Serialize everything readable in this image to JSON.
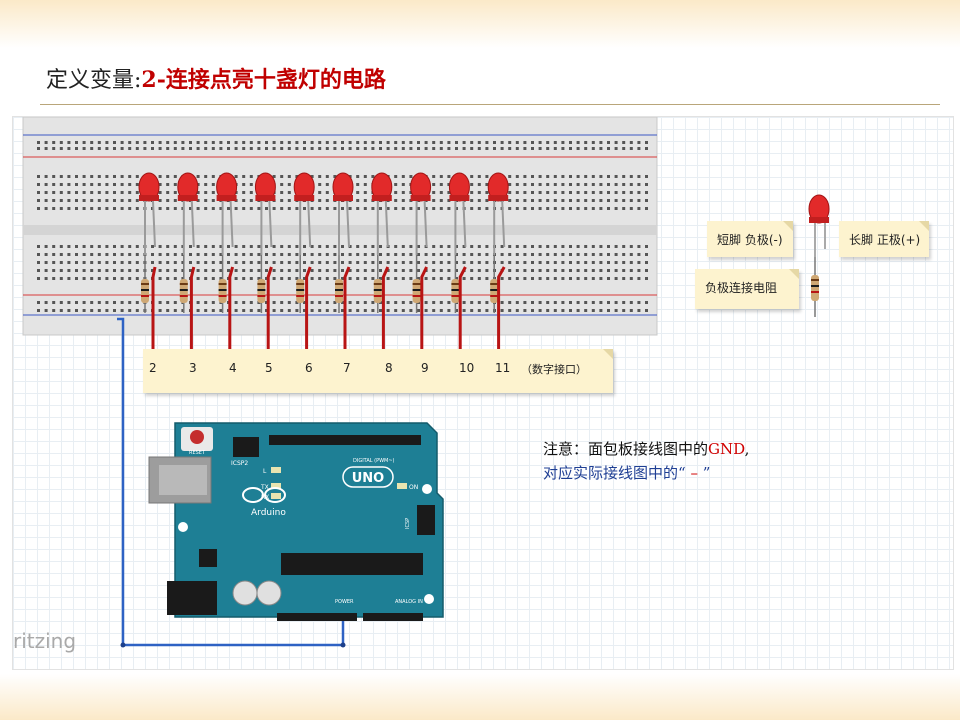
{
  "slide": {
    "title_prefix": "定义变量:",
    "title_accent": "2-连接点亮十盏灯的电路",
    "watermark": "ritzing"
  },
  "pin_label_box": {
    "pins": [
      "2",
      "3",
      "4",
      "5",
      "6",
      "7",
      "8",
      "9",
      "10",
      "11"
    ],
    "note": "（数字接口）"
  },
  "legend": {
    "short_leg": "短脚 负极(-)",
    "long_leg": "长脚 正极(+)",
    "resistor_note": "负极连接电阻"
  },
  "gnd_note": {
    "line1_prefix": "注意：面包板接线图中的",
    "line1_gnd": "GND",
    "line1_suffix": ",",
    "line2_prefix": "对应实际接线图中的“",
    "line2_mark": " – ",
    "line2_suffix": "”"
  },
  "arduino": {
    "reset_label": "RESET",
    "icsp2_label": "ICSP2",
    "icsp_label": "ICSP",
    "l_label": "L",
    "tx_label": "TX",
    "rx_label": "RX",
    "on_label": "ON",
    "brand_label": "Arduino",
    "uno_label": "UNO",
    "digital_label": "DIGITAL (PWM~)",
    "power_label": "POWER",
    "analog_label": "ANALOG IN"
  },
  "colors": {
    "board_teal": "#1e7f95",
    "led_red": "#e22a2a",
    "wire_red": "#b81414",
    "wire_blue": "#2e62c4",
    "breadboard": "#e4e4e4",
    "sticky": "#fdf3cf"
  }
}
